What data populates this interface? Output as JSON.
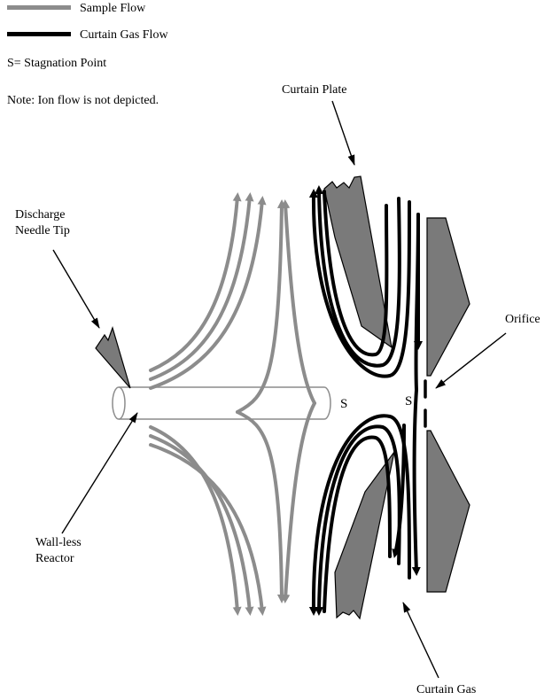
{
  "legend": {
    "sample_flow": {
      "label": "Sample Flow",
      "color": "#8c8c8c"
    },
    "curtain_gas_flow": {
      "label": "Curtain Gas Flow",
      "color": "#000000"
    },
    "stagnation": "S=  Stagnation Point",
    "note": "Note: Ion flow is not depicted."
  },
  "labels": {
    "curtain_plate": "Curtain Plate",
    "discharge_needle_line1": "Discharge",
    "discharge_needle_line2": "Needle Tip",
    "orifice": "Orifice",
    "wall_less_line1": "Wall-less",
    "wall_less_line2": "Reactor",
    "curtain_gas": "Curtain Gas",
    "stagnation_left": "S",
    "stagnation_right": "S"
  },
  "colors": {
    "sample": "#8c8c8c",
    "curtain": "#000000",
    "plate_fill": "#7a7a7a"
  }
}
